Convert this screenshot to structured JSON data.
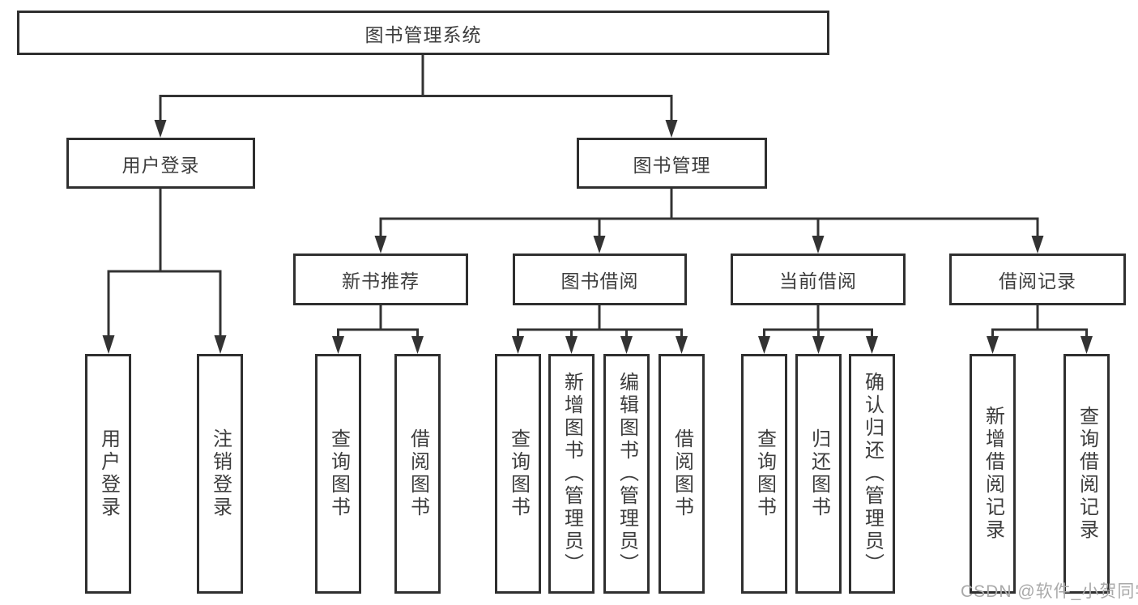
{
  "diagram": {
    "root": "图书管理系统",
    "branches": [
      {
        "label": "用户登录",
        "children": [
          "用户登录",
          "注销登录"
        ]
      },
      {
        "label": "图书管理",
        "sections": [
          {
            "label": "新书推荐",
            "children": [
              "查询图书",
              "借阅图书"
            ]
          },
          {
            "label": "图书借阅",
            "children": [
              "查询图书",
              "新增图书（管理员）",
              "编辑图书（管理员）",
              "借阅图书"
            ]
          },
          {
            "label": "当前借阅",
            "children": [
              "查询图书",
              "归还图书",
              "确认归还（管理员）"
            ]
          },
          {
            "label": "借阅记录",
            "children": [
              "新增借阅记录",
              "查询借阅记录"
            ]
          }
        ]
      }
    ]
  },
  "watermark": {
    "text": "CSDN @软件_小贺同学"
  },
  "colors": {
    "line": "#333333",
    "box_border": "#2f2f2f",
    "text": "#3d3d3d",
    "watermark": "#a9a9a9",
    "background": "#ffffff"
  }
}
